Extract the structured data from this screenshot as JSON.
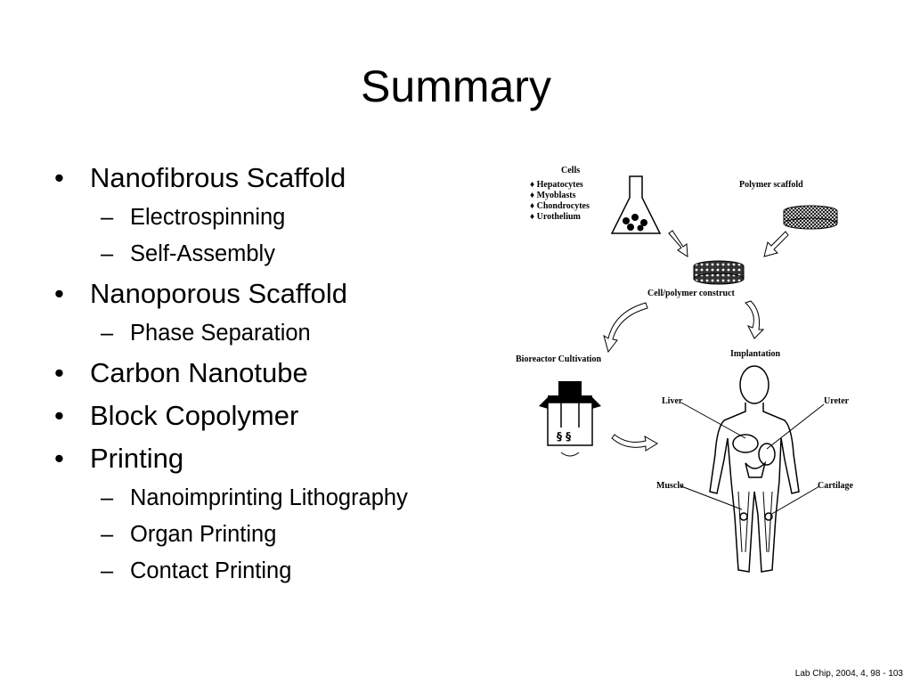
{
  "slide": {
    "title": "Summary",
    "bullets": [
      {
        "label": "Nanofibrous Scaffold",
        "sub": [
          "Electrospinning",
          "Self-Assembly"
        ]
      },
      {
        "label": "Nanoporous Scaffold",
        "sub": [
          "Phase Separation"
        ]
      },
      {
        "label": "Carbon Nanotube",
        "sub": []
      },
      {
        "label": "Block Copolymer",
        "sub": []
      },
      {
        "label": "Printing",
        "sub": [
          "Nanoimprinting Lithography",
          "Organ Printing",
          "Contact Printing"
        ]
      }
    ],
    "citation": "Lab Chip, 2004, 4, 98 - 103"
  },
  "figure": {
    "cells_title": "Cells",
    "cells_items": [
      "♦ Hepatocytes",
      "♦ Myoblasts",
      "♦ Chondrocytes",
      "♦ Urothelium"
    ],
    "polymer_scaffold": "Polymer scaffold",
    "construct": "Cell/polymer construct",
    "bioreactor": "Bioreactor Cultivation",
    "implantation": "Implantation",
    "liver": "Liver",
    "ureter": "Ureter",
    "muscle": "Muscle",
    "cartilage": "Cartilage"
  }
}
